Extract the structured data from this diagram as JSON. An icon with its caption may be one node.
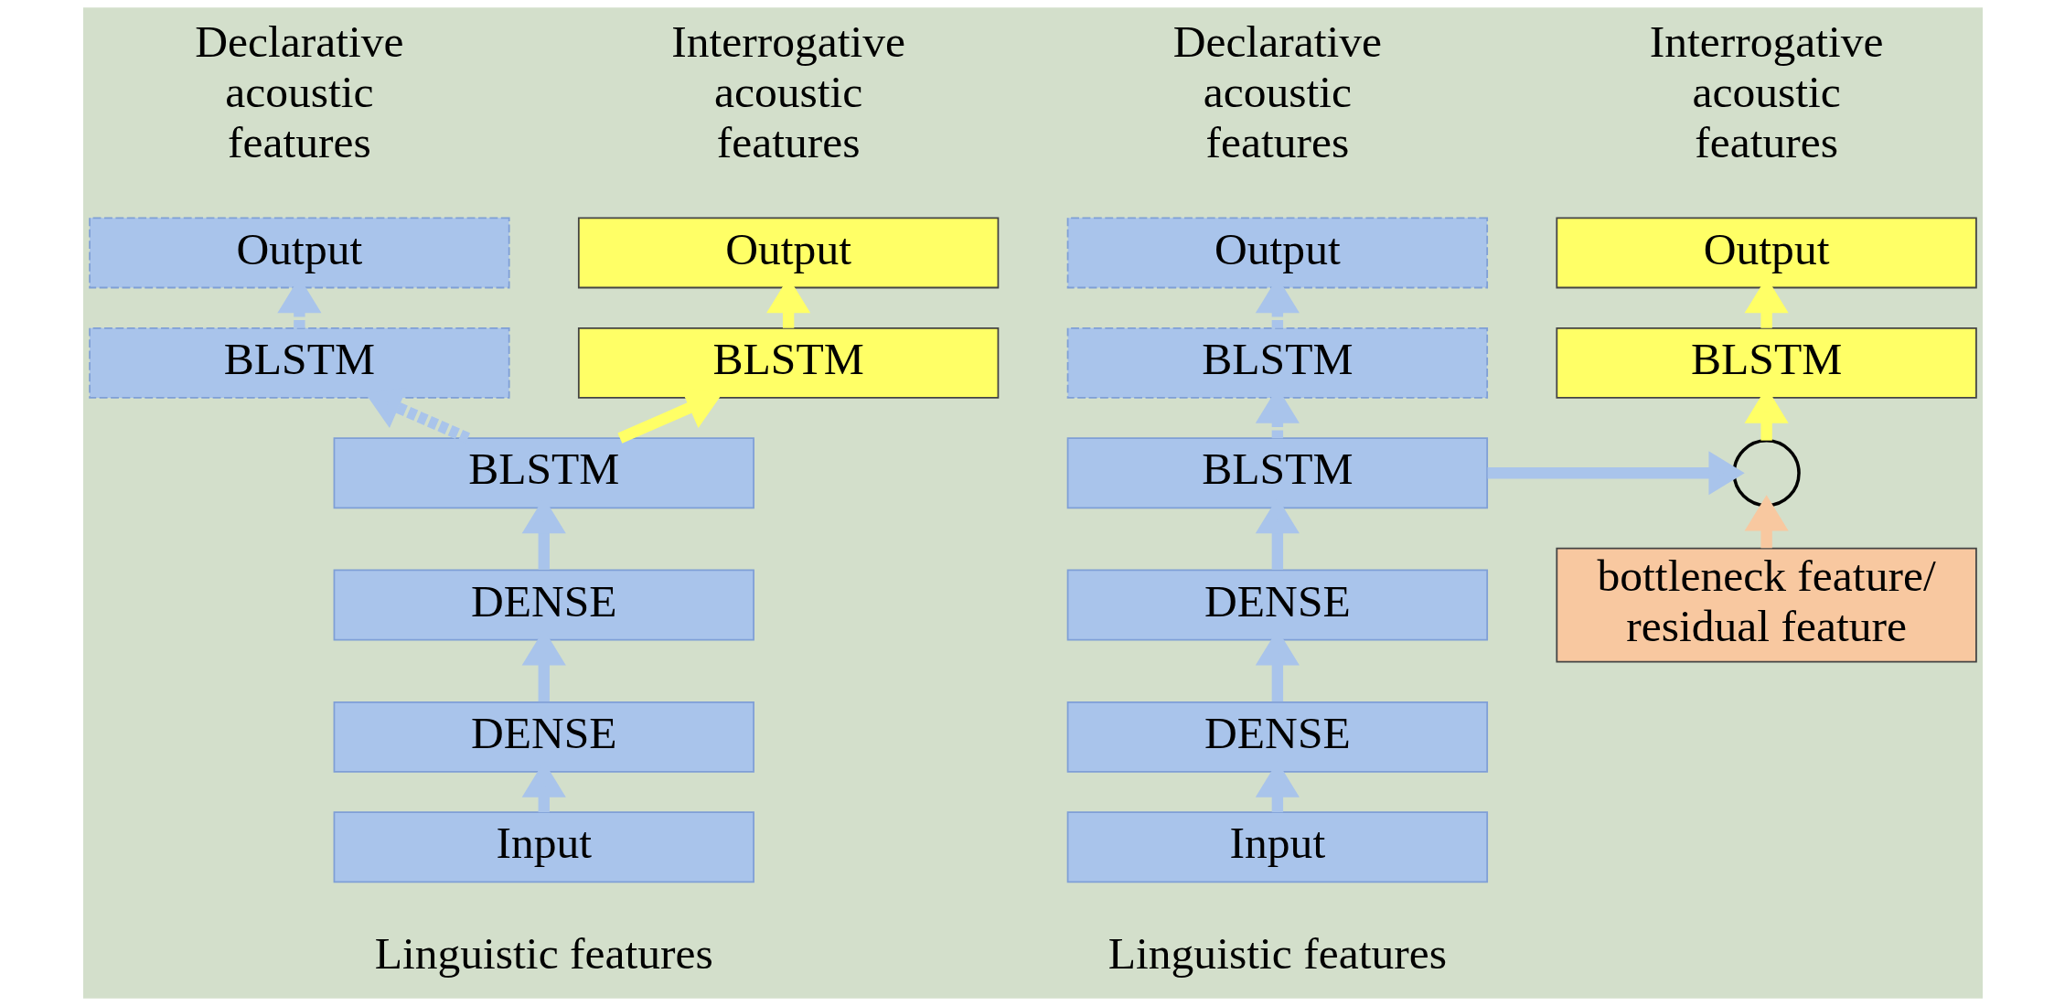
{
  "diagram": {
    "nodes": [
      {
        "text": [
          "Output"
        ]
      },
      {
        "text": [
          "BLSTM"
        ]
      },
      {
        "text": [
          "BLSTM"
        ]
      },
      {
        "text": [
          "DENSE"
        ]
      },
      {
        "text": [
          "DENSE"
        ]
      },
      {
        "text": [
          "Input"
        ],
        "beside": [
          "Linguistic features"
        ]
      },
      {
        "text": [
          "Output"
        ]
      },
      {
        "text": [
          "BLSTM"
        ]
      },
      {
        "text": [
          "Output"
        ]
      },
      {
        "text": [
          "BLSTM"
        ]
      },
      {
        "text": [
          "BLSTM"
        ]
      },
      {
        "text": [
          "DENSE"
        ]
      },
      {
        "text": [
          "DENSE"
        ]
      },
      {
        "text": [
          "Input"
        ],
        "beside": [
          "Linguistic features"
        ]
      },
      {
        "text": [
          "Output"
        ]
      },
      {
        "text": [
          "BLSTM"
        ]
      },
      {
        "text": [],
        "shape": "circle"
      },
      {
        "text": [
          "bottleneck feature/ residual feature"
        ]
      }
    ],
    "edges": [
      {
        "from": 5,
        "to": 4,
        "arrow": "to"
      },
      {
        "from": 4,
        "to": 3,
        "arrow": "to"
      },
      {
        "from": 3,
        "to": 2,
        "arrow": "to"
      },
      {
        "from": 2,
        "to": 1,
        "arrow": "to",
        "style": "dashed"
      },
      {
        "from": 1,
        "to": 0,
        "arrow": "to",
        "style": "dashed"
      },
      {
        "from": 2,
        "to": 7,
        "arrow": "to",
        "color": "#ffff66"
      },
      {
        "from": 7,
        "to": 6,
        "arrow": "to",
        "color": "#ffff66"
      },
      {
        "from": 13,
        "to": 12,
        "arrow": "to"
      },
      {
        "from": 12,
        "to": 11,
        "arrow": "to"
      },
      {
        "from": 11,
        "to": 10,
        "arrow": "to"
      },
      {
        "from": 10,
        "to": 9,
        "arrow": "to",
        "style": "dashed"
      },
      {
        "from": 9,
        "to": 8,
        "arrow": "to",
        "style": "dashed"
      },
      {
        "from": 10,
        "to": 16,
        "arrow": "to"
      },
      {
        "from": 17,
        "to": 16,
        "arrow": "to",
        "color": "#f8c8a0"
      },
      {
        "from": 16,
        "to": 15,
        "arrow": "to",
        "color": "#ffff66"
      },
      {
        "from": 15,
        "to": 14,
        "arrow": "to",
        "color": "#ffff66"
      }
    ],
    "labels": [
      "Declarative acoustic features",
      "Interrogative acoustic features",
      "Declarative acoustic features",
      "Interrogative acoustic features"
    ]
  }
}
